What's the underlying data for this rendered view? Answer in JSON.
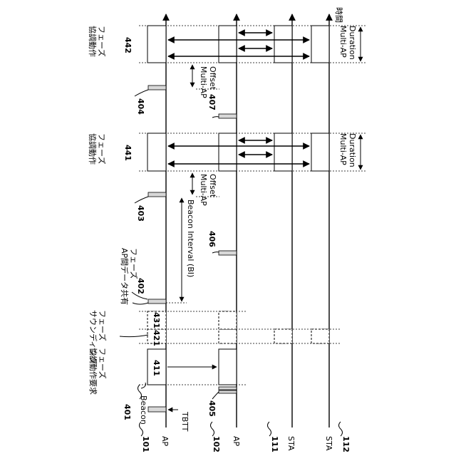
{
  "lanes": {
    "ap1": {
      "num": "101",
      "label": "AP"
    },
    "ap2": {
      "num": "102",
      "label": "AP"
    },
    "sta1": {
      "num": "111",
      "label": "STA"
    },
    "sta2": {
      "num": "112",
      "label": "STA"
    }
  },
  "time_label": "時間",
  "beacon": {
    "num": "401",
    "label": "Beacon"
  },
  "tbtt": "TBTT",
  "phases": {
    "coop_request": "協調動作要求\nフェーズ",
    "sounding": "サウンディング\nフェーズ",
    "data_share": "AP間データ共有\nフェーズ",
    "coop_1": "協調動作\nフェーズ",
    "coop_2": "協調動作\nフェーズ"
  },
  "refs": {
    "r402": "402",
    "r403": "403",
    "r404": "404",
    "r405": "405",
    "r406": "406",
    "r407": "407",
    "r411": "411",
    "r421": "421",
    "r431": "431",
    "r441": "441",
    "r442": "442"
  },
  "beacon_interval": "Beacon Interval (BI)",
  "offset_1": "Multi-AP\nOffset",
  "offset_2": "Multi-AP\nOffset",
  "duration_1": "Multi-AP\nDuration",
  "duration_2": "Multi-AP\nDuration"
}
